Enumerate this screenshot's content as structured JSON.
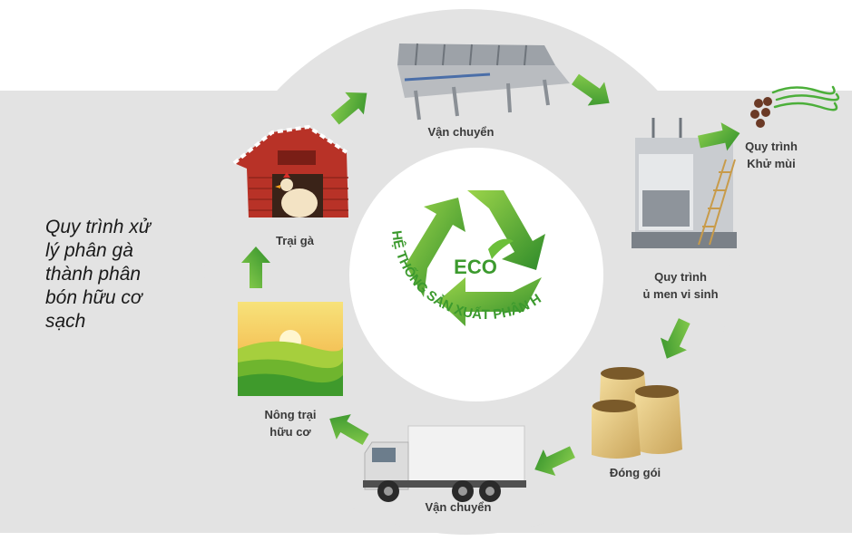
{
  "title_lines": [
    "Quy trình xử",
    "lý phân gà",
    "thành phân",
    "bón hữu cơ",
    "sạch"
  ],
  "center": {
    "logo": "ECO",
    "ring_text": "HỆ THỐNG SẢN XUẤT PHÂN HỮU CƠ"
  },
  "stages": {
    "transport_top": "Vận chuyển",
    "deodorize": [
      "Quy trình",
      "Khử mùi"
    ],
    "ferment": [
      "Quy trình",
      "ủ men vi sinh"
    ],
    "packaging": "Đóng gói",
    "transport_bottom": "Vận chuyển",
    "organic_farm": [
      "Nông trại",
      "hữu cơ"
    ],
    "chicken_farm": "Trại gà"
  },
  "colors": {
    "arrow_green": "#4caf3a",
    "logo_green": "#3c9a2e",
    "background_gray": "#e3e3e3",
    "barn_red": "#c0392b"
  }
}
